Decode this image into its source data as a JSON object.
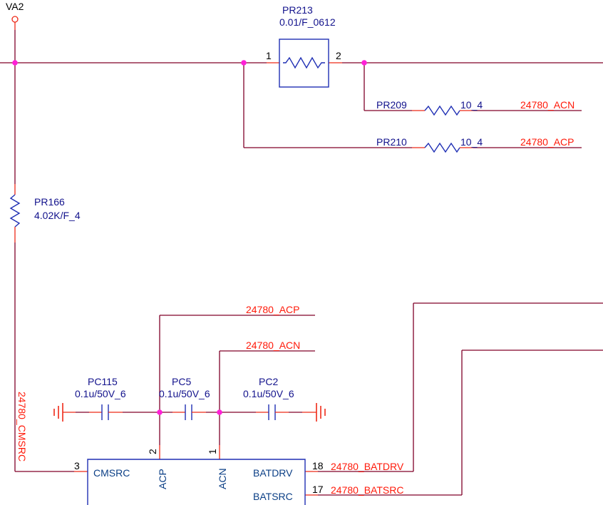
{
  "power": {
    "net": "VA2"
  },
  "components": {
    "pr213": {
      "ref": "PR213",
      "value": "0.01/F_0612",
      "pin1": "1",
      "pin2": "2"
    },
    "pr209": {
      "ref": "PR209",
      "value": "10_4",
      "net": "24780_ACN"
    },
    "pr210": {
      "ref": "PR210",
      "value": "10_4",
      "net": "24780_ACP"
    },
    "pr166": {
      "ref": "PR166",
      "value": "4.02K/F_4"
    },
    "pc115": {
      "ref": "PC115",
      "value": "0.1u/50V_6"
    },
    "pc5": {
      "ref": "PC5",
      "value": "0.1u/50V_6"
    },
    "pc2": {
      "ref": "PC2",
      "value": "0.1u/50V_6"
    }
  },
  "nets": {
    "acp": "24780_ACP",
    "acn": "24780_ACN",
    "cmsrc": "24780_CMSRC",
    "batdrv": "24780_BATDRV",
    "batsrc": "24780_BATSRC"
  },
  "ic": {
    "pins": {
      "cmsrc": {
        "name": "CMSRC",
        "number": "3"
      },
      "acp": {
        "name": "ACP",
        "number": "2"
      },
      "acn": {
        "name": "ACN",
        "number": "1"
      },
      "batdrv": {
        "name": "BATDRV",
        "number": "18"
      },
      "batsrc": {
        "name": "BATSRC",
        "number": "17"
      }
    }
  },
  "colors": {
    "wire": "#800028",
    "stub": "#ee2a18",
    "component": "#1f2fb4",
    "junction": "#ff1fd7",
    "net_label": "#ff1a0a",
    "ref_label": "#12128c"
  }
}
